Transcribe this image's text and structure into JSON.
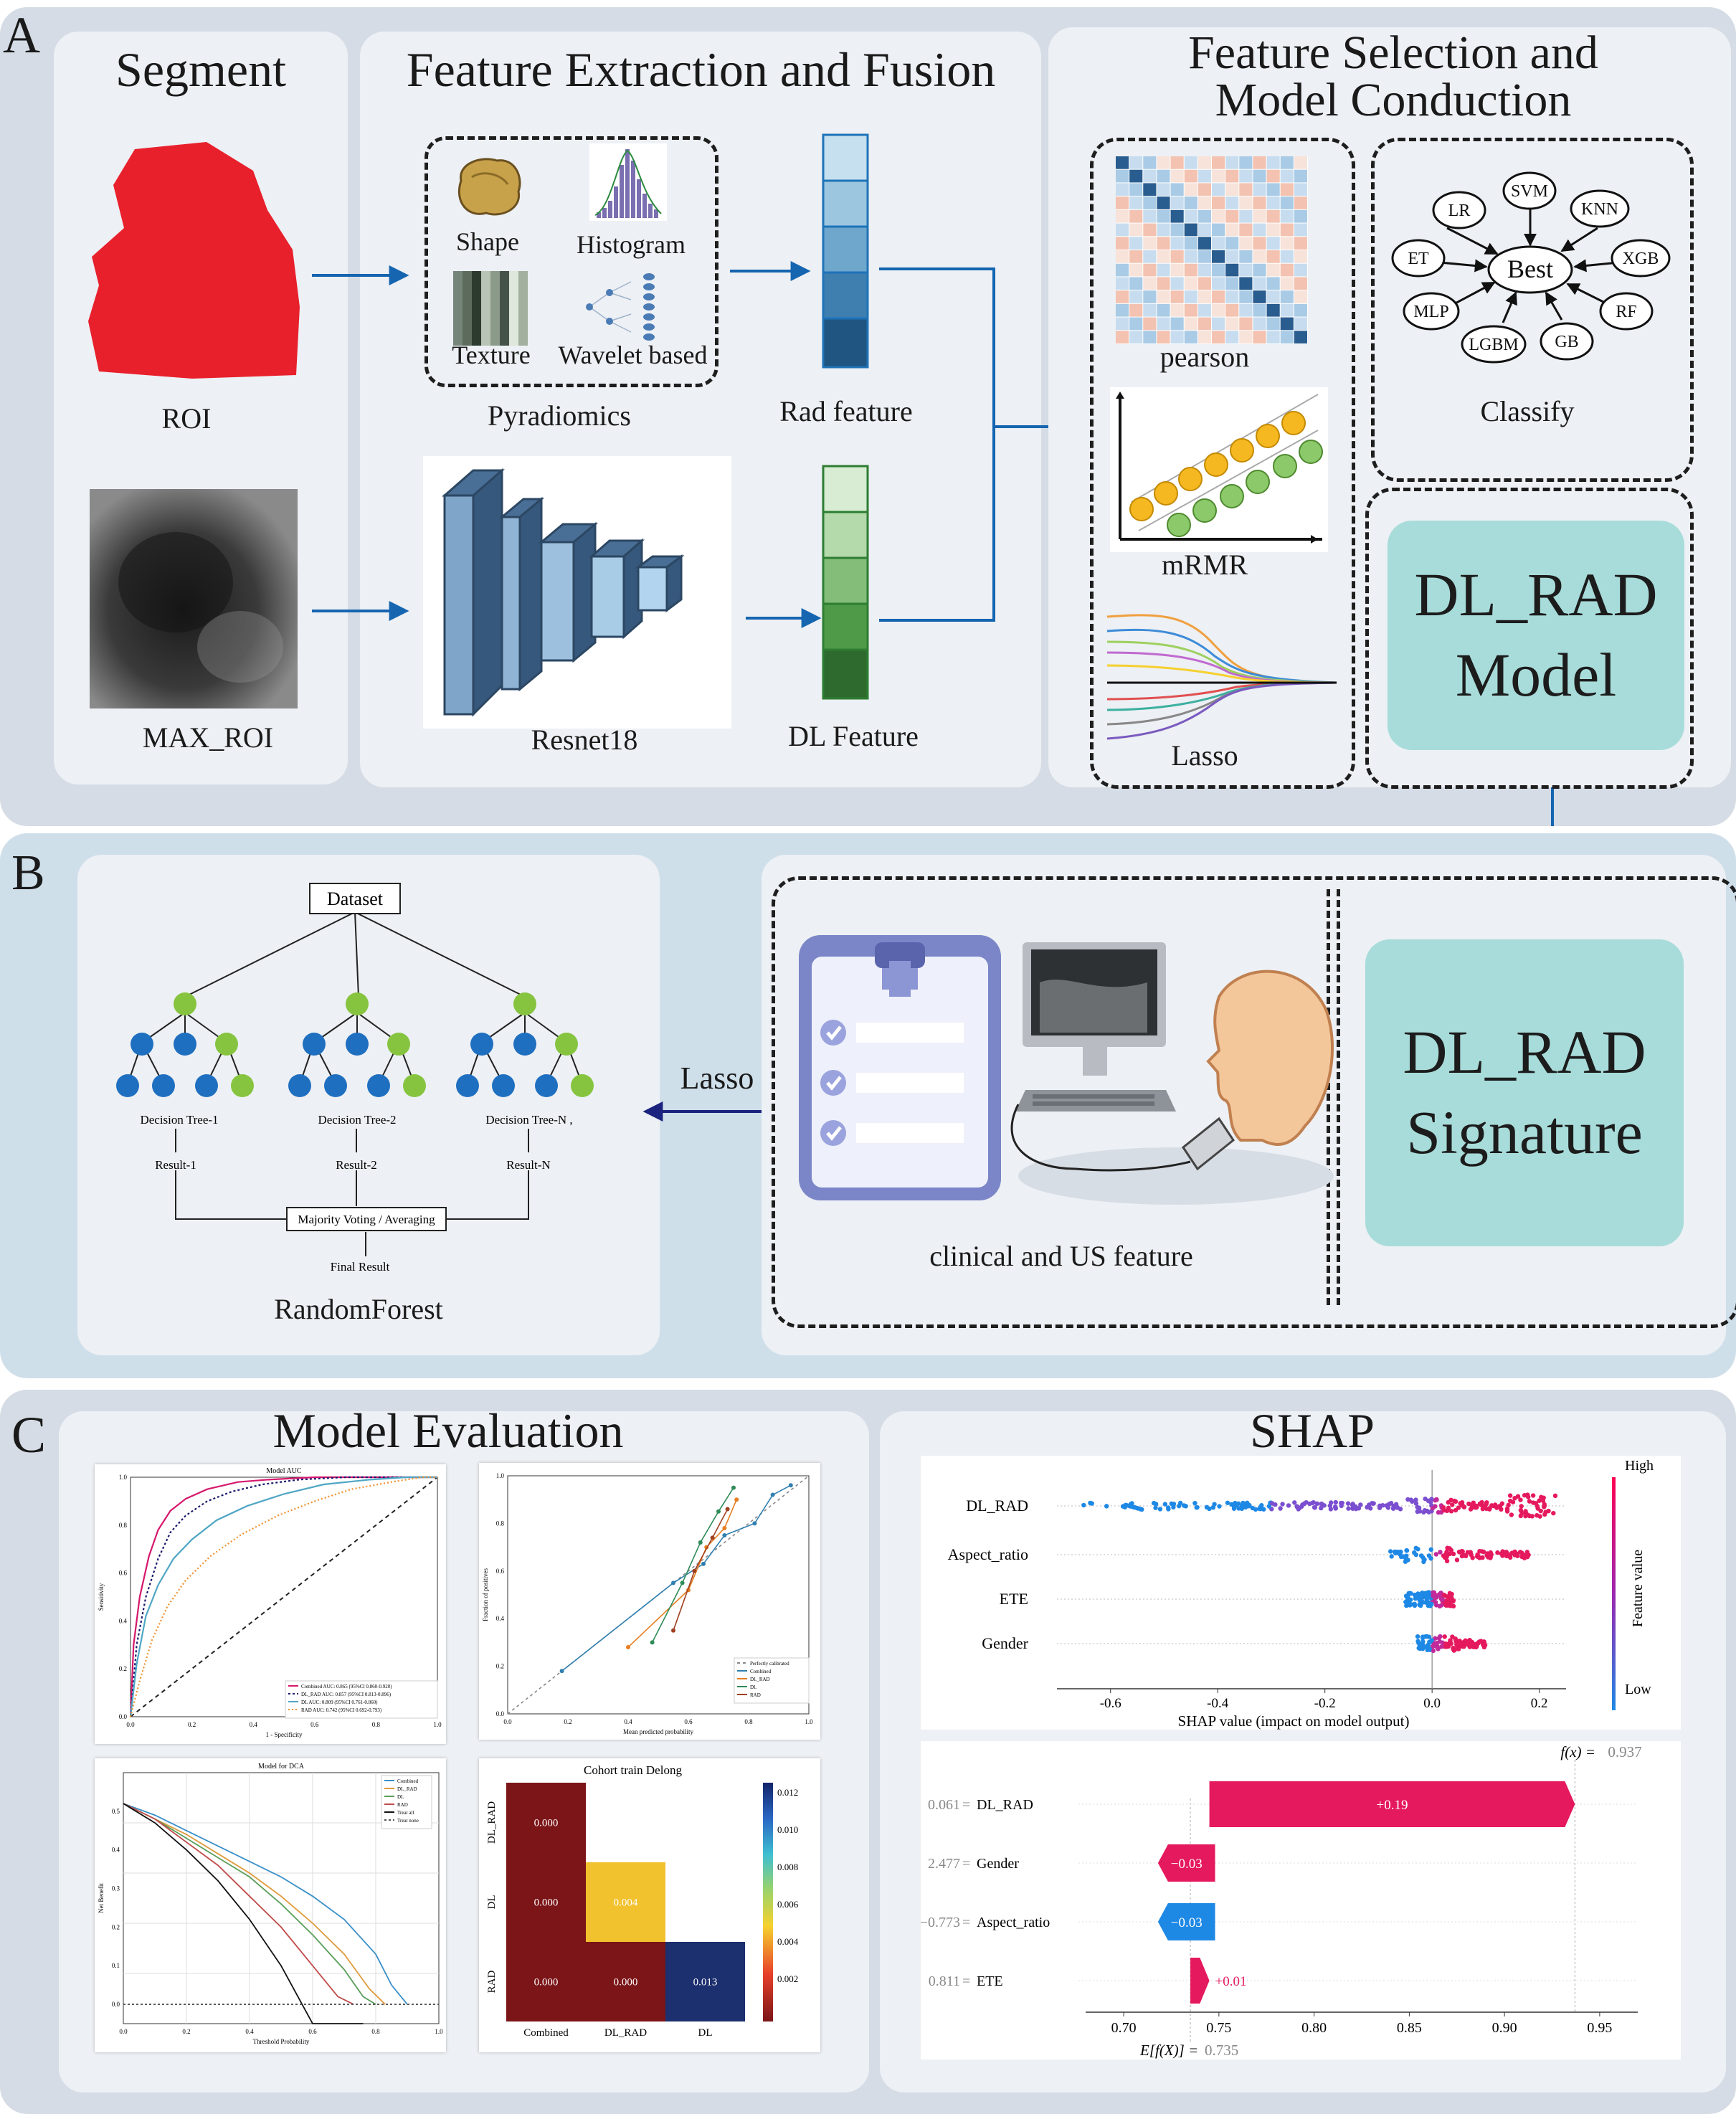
{
  "panels": {
    "a": "A",
    "b": "B",
    "c": "C"
  },
  "segment": {
    "title": "Segment",
    "roi": "ROI",
    "max_roi": "MAX_ROI"
  },
  "extraction": {
    "title": "Feature Extraction and Fusion",
    "shape": "Shape",
    "histogram": "Histogram",
    "texture": "Texture",
    "wavelet": "Wavelet based",
    "pyradiomics": "Pyradiomics",
    "rad_feature": "Rad feature",
    "resnet": "Resnet18",
    "dl_feature": "DL Feature"
  },
  "selection": {
    "title_line1": "Feature Selection and",
    "title_line2": "Model Conduction",
    "pearson": "pearson",
    "mrmr": "mRMR",
    "lasso": "Lasso",
    "classify": "Classify",
    "classifiers": [
      "LR",
      "SVM",
      "KNN",
      "ET",
      "XGB",
      "MLP",
      "RF",
      "LGBM",
      "GB"
    ],
    "best": "Best",
    "model_line1": "DL_RAD",
    "model_line2": "Model"
  },
  "panel_b": {
    "dataset": "Dataset",
    "tree1": "Decision Tree-1",
    "tree2": "Decision Tree-2",
    "treeN": "Decision Tree-N ,",
    "result1": "Result-1",
    "result2": "Result-2",
    "resultN": "Result-N",
    "majority": "Majority Voting / Averaging",
    "final": "Final Result",
    "randomforest": "RandomForest",
    "lasso": "Lasso",
    "clinical": "clinical and US feature",
    "signature_line1": "DL_RAD",
    "signature_line2": "Signature"
  },
  "evaluation": {
    "title": "Model Evaluation"
  },
  "shap": {
    "title": "SHAP"
  },
  "colors": {
    "accent_blue": "#1565b0",
    "teal": "#a8dcda",
    "shap_red": "#e5195e",
    "shap_blue": "#1e88e5"
  },
  "chart_data": [
    {
      "type": "line",
      "title": "Model AUC",
      "xlabel": "1 - Specificity",
      "ylabel": "Sensitivity",
      "xlim": [
        0,
        1
      ],
      "ylim": [
        0,
        1
      ],
      "series": [
        {
          "name": "Combined AUC: 0.865 (95%CI 0.860-0.920)",
          "color": "#d6186c",
          "x": [
            0,
            0.01,
            0.03,
            0.06,
            0.09,
            0.13,
            0.18,
            0.25,
            0.35,
            0.45,
            0.6,
            0.8,
            1
          ],
          "y": [
            0,
            0.3,
            0.5,
            0.67,
            0.78,
            0.86,
            0.91,
            0.95,
            0.98,
            0.99,
            1,
            1,
            1
          ]
        },
        {
          "name": "DL_RAD AUC: 0.857 (95%CI 0.813-0.896)",
          "color": "#1a1a6e",
          "x": [
            0,
            0.02,
            0.05,
            0.09,
            0.13,
            0.18,
            0.25,
            0.33,
            0.43,
            0.55,
            0.7,
            0.85,
            1
          ],
          "y": [
            0,
            0.3,
            0.5,
            0.66,
            0.77,
            0.84,
            0.9,
            0.94,
            0.97,
            0.99,
            1,
            1,
            1
          ]
        },
        {
          "name": "DL AUC: 0.809 (95%CI 0.761-0.860)",
          "color": "#4fa6c4",
          "x": [
            0,
            0.02,
            0.05,
            0.09,
            0.14,
            0.2,
            0.28,
            0.38,
            0.5,
            0.63,
            0.78,
            0.9,
            1
          ],
          "y": [
            0,
            0.22,
            0.42,
            0.55,
            0.66,
            0.74,
            0.82,
            0.88,
            0.93,
            0.97,
            0.99,
            1,
            1
          ]
        },
        {
          "name": "RAD AUC: 0.742 (95%CI 0.692-0.793)",
          "color": "#f0902e",
          "x": [
            0,
            0.03,
            0.07,
            0.12,
            0.18,
            0.26,
            0.36,
            0.48,
            0.6,
            0.72,
            0.85,
            0.95,
            1
          ],
          "y": [
            0,
            0.15,
            0.32,
            0.46,
            0.57,
            0.67,
            0.76,
            0.84,
            0.9,
            0.95,
            0.98,
            1,
            1
          ]
        }
      ]
    },
    {
      "type": "line",
      "title": "",
      "xlabel": "Mean predicted probability",
      "ylabel": "Fraction of positives",
      "xlim": [
        0,
        1
      ],
      "ylim": [
        0,
        1
      ],
      "series": [
        {
          "name": "Perfectly calibrated",
          "color": "#888888",
          "x": [
            0,
            1
          ],
          "y": [
            0,
            1
          ]
        },
        {
          "name": "Combined",
          "color": "#2f7fb0",
          "x": [
            0.18,
            0.55,
            0.65,
            0.72,
            0.82,
            0.88,
            0.94
          ],
          "y": [
            0.18,
            0.55,
            0.63,
            0.75,
            0.8,
            0.92,
            0.96
          ]
        },
        {
          "name": "DL_RAD",
          "color": "#e67e22",
          "x": [
            0.4,
            0.6,
            0.66,
            0.72,
            0.76
          ],
          "y": [
            0.28,
            0.52,
            0.7,
            0.78,
            0.9
          ]
        },
        {
          "name": "DL",
          "color": "#2e8b57",
          "x": [
            0.48,
            0.58,
            0.64,
            0.7,
            0.75
          ],
          "y": [
            0.3,
            0.55,
            0.72,
            0.85,
            0.95
          ]
        },
        {
          "name": "RAD",
          "color": "#a04020",
          "x": [
            0.55,
            0.62,
            0.68,
            0.73
          ],
          "y": [
            0.35,
            0.6,
            0.74,
            0.86
          ]
        }
      ]
    },
    {
      "type": "line",
      "title": "Model for DCA",
      "xlabel": "Threshold Probability",
      "ylabel": "Net Benefit",
      "xlim": [
        0,
        1
      ],
      "ylim": [
        -0.05,
        0.6
      ],
      "series": [
        {
          "name": "Combined",
          "color": "#3a8fc8",
          "x": [
            0,
            0.1,
            0.2,
            0.3,
            0.4,
            0.5,
            0.6,
            0.7,
            0.8,
            0.85,
            0.9
          ],
          "y": [
            0.52,
            0.49,
            0.45,
            0.41,
            0.37,
            0.33,
            0.28,
            0.22,
            0.13,
            0.05,
            0
          ]
        },
        {
          "name": "DL_RAD",
          "color": "#e09a3c",
          "x": [
            0,
            0.1,
            0.2,
            0.3,
            0.4,
            0.5,
            0.6,
            0.7,
            0.78,
            0.83
          ],
          "y": [
            0.52,
            0.48,
            0.44,
            0.39,
            0.34,
            0.28,
            0.21,
            0.13,
            0.04,
            0
          ]
        },
        {
          "name": "DL",
          "color": "#5a9e5a",
          "x": [
            0,
            0.1,
            0.2,
            0.3,
            0.4,
            0.5,
            0.6,
            0.7,
            0.76,
            0.8
          ],
          "y": [
            0.52,
            0.48,
            0.43,
            0.38,
            0.33,
            0.26,
            0.18,
            0.09,
            0.02,
            0
          ]
        },
        {
          "name": "RAD",
          "color": "#c04a4a",
          "x": [
            0,
            0.1,
            0.2,
            0.3,
            0.4,
            0.5,
            0.6,
            0.68,
            0.73
          ],
          "y": [
            0.52,
            0.48,
            0.42,
            0.36,
            0.28,
            0.2,
            0.1,
            0.02,
            0
          ]
        },
        {
          "name": "Treat all",
          "color": "#111111",
          "x": [
            0,
            0.1,
            0.2,
            0.3,
            0.4,
            0.5,
            0.6,
            0.7,
            0.76
          ],
          "y": [
            0.52,
            0.47,
            0.4,
            0.32,
            0.22,
            0.1,
            -0.05,
            -0.25,
            -0.4
          ]
        },
        {
          "name": "Treat none",
          "color": "#555555",
          "x": [
            0,
            1
          ],
          "y": [
            0,
            0
          ]
        }
      ]
    },
    {
      "type": "heatmap",
      "title": "Cohort train Delong",
      "rows": [
        "DL_RAD",
        "DL",
        "RAD"
      ],
      "cols": [
        "Combined",
        "DL_RAD",
        "DL"
      ],
      "values": [
        [
          0.0,
          null,
          null
        ],
        [
          0.0,
          0.004,
          null
        ],
        [
          0.0,
          0.0,
          0.013
        ]
      ],
      "labels": [
        [
          "0.000",
          "",
          ""
        ],
        [
          "0.000",
          "0.004",
          ""
        ],
        [
          "0.000",
          "0.000",
          "0.013"
        ]
      ],
      "colorbar_ticks": [
        "0.012",
        "0.010",
        "0.008",
        "0.006",
        "0.004",
        "0.002"
      ]
    },
    {
      "type": "scatter",
      "title": "",
      "xlabel": "SHAP value (impact on model output)",
      "features": [
        "DL_RAD",
        "Aspect_ratio",
        "ETE",
        "Gender"
      ],
      "x_ticks": [
        "-0.6",
        "-0.4",
        "-0.2",
        "0.0",
        "0.2"
      ],
      "xlim": [
        -0.7,
        0.25
      ],
      "colorbar": {
        "label": "Feature value",
        "high": "High",
        "low": "Low"
      },
      "ranges": [
        [
          -0.67,
          0.23
        ],
        [
          -0.08,
          0.18
        ],
        [
          -0.05,
          0.04
        ],
        [
          -0.03,
          0.1
        ]
      ]
    },
    {
      "type": "bar",
      "title": "",
      "fx_label": "f(x)",
      "fx": "0.937",
      "ex_label": "E[f(X)]",
      "ex": "0.735",
      "x_ticks": [
        "0.70",
        "0.75",
        "0.80",
        "0.85",
        "0.90",
        "0.95"
      ],
      "xlim": [
        0.68,
        0.97
      ],
      "rows": [
        {
          "feature_value": "0.061",
          "feature": "DL_RAD",
          "start": 0.745,
          "end": 0.937,
          "label": "+0.19",
          "sign": "pos"
        },
        {
          "feature_value": "2.477",
          "feature": "Gender",
          "start": 0.718,
          "end": 0.748,
          "label": "−0.03",
          "sign": "neg"
        },
        {
          "feature_value": "−0.773",
          "feature": "Aspect_ratio",
          "start": 0.718,
          "end": 0.748,
          "label": "−0.03",
          "sign": "neg"
        },
        {
          "feature_value": "0.811",
          "feature": "ETE",
          "start": 0.735,
          "end": 0.745,
          "label": "+0.01",
          "sign": "pos"
        }
      ]
    }
  ]
}
